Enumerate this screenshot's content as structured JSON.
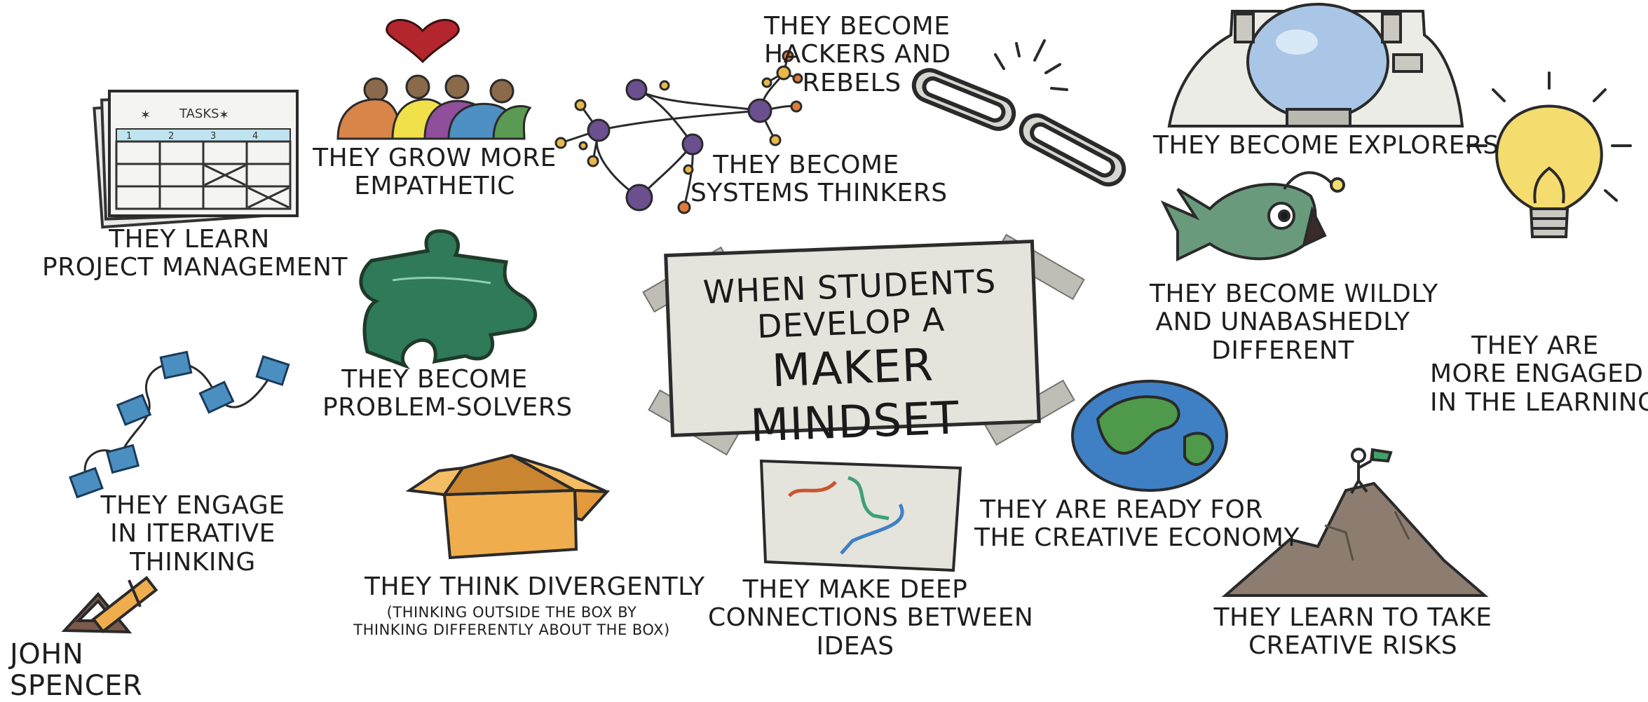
{
  "center": {
    "line1": "WHEN STUDENTS",
    "line2": "DEVELOP A",
    "line3": "MAKER MINDSET"
  },
  "items": {
    "project_management": {
      "line1": "THEY LEARN",
      "line2": "PROJECT MANAGEMENT"
    },
    "empathetic": {
      "line1": "THEY GROW MORE",
      "line2": "EMPATHETIC"
    },
    "hackers": {
      "line1": "THEY BECOME",
      "line2": "HACKERS AND",
      "line3": "REBELS"
    },
    "systems": {
      "line1": "THEY BECOME",
      "line2": "SYSTEMS THINKERS"
    },
    "explorers": {
      "line1": "THEY BECOME EXPLORERS"
    },
    "different": {
      "line1": "THEY BECOME WILDLY",
      "line2": "AND UNABASHEDLY",
      "line3": "DIFFERENT"
    },
    "engaged": {
      "line1": "THEY ARE",
      "line2": "MORE ENGAGED",
      "line3": "IN THE LEARNING"
    },
    "problem_solvers": {
      "line1": "THEY BECOME",
      "line2": "PROBLEM-SOLVERS"
    },
    "iterative": {
      "line1": "THEY ENGAGE",
      "line2": "IN ITERATIVE",
      "line3": "THINKING"
    },
    "divergent": {
      "line1": "THEY THINK DIVERGENTLY",
      "sub1": "(THINKING OUTSIDE THE BOX BY",
      "sub2": "THINKING DIFFERENTLY ABOUT THE BOX)"
    },
    "connections": {
      "line1": "THEY MAKE DEEP",
      "line2": "CONNECTIONS BETWEEN",
      "line3": "IDEAS"
    },
    "economy": {
      "line1": "THEY ARE READY FOR",
      "line2": "THE CREATIVE ECONOMY"
    },
    "risks": {
      "line1": "THEY LEARN TO TAKE",
      "line2": "CREATIVE RISKS"
    }
  },
  "tasks_sheet": {
    "title": "TASKS",
    "columns": [
      "1",
      "2",
      "3",
      "4"
    ]
  },
  "signature": {
    "name": "JOHN SPENCER"
  },
  "icons": {
    "tasks": "task-sheet-icon",
    "people": "people-group-icon",
    "heart": "heart-icon",
    "network": "network-graph-icon",
    "chain": "broken-chain-icon",
    "astronaut": "astronaut-helmet-icon",
    "anglerfish": "anglerfish-icon",
    "lightbulb": "lightbulb-icon",
    "puzzle": "puzzle-piece-icon",
    "notes": "sticky-notes-icon",
    "box": "open-box-icon",
    "map": "idea-map-icon",
    "globe": "globe-icon",
    "mountain": "mountain-climber-icon",
    "compass": "drafting-compass-icon"
  },
  "colors": {
    "card": "#e4e3dc",
    "puzzle": "#2f7a58",
    "box": "#f0ad4e",
    "heart": "#b3262e",
    "network_node": "#6b4f8f",
    "network_accent": "#e8b84a",
    "globe_water": "#3f80c4",
    "globe_land": "#4e9a4a",
    "fish": "#6a9a7c",
    "bulb": "#f5dc6e",
    "sticky": "#4a8fc0",
    "mountain": "#8c7d70",
    "flag": "#3fa36b"
  }
}
